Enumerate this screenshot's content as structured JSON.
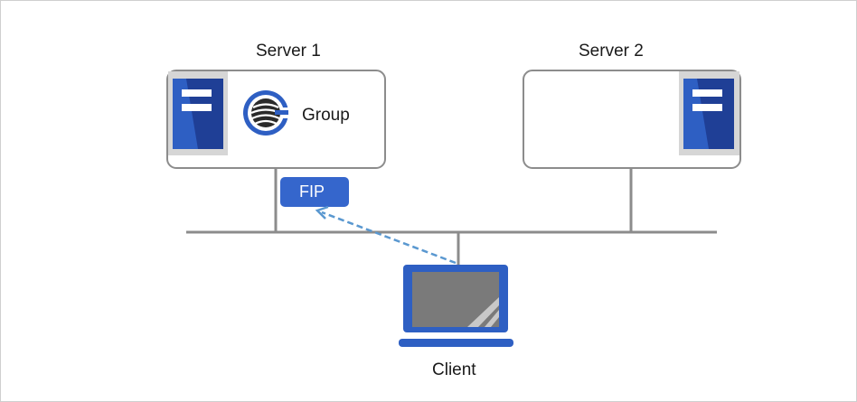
{
  "diagram": {
    "server1": {
      "label": "Server 1",
      "group_label": "Group",
      "icon": "server-icon"
    },
    "server2": {
      "label": "Server 2",
      "icon": "server-icon"
    },
    "fip": {
      "label": "FIP"
    },
    "client": {
      "label": "Client",
      "icon": "laptop-icon"
    },
    "group_icon": "clusterpro-logo-icon",
    "colors": {
      "server_blue": "#2e5fc3",
      "server_dark": "#1f3f96",
      "fip_blue": "#3566cc",
      "panel_gray": "#d6d6d6",
      "line_gray": "#8c8c8c",
      "dashed_arrow": "#5a98d0",
      "laptop_screen": "#7a7a7a"
    }
  }
}
